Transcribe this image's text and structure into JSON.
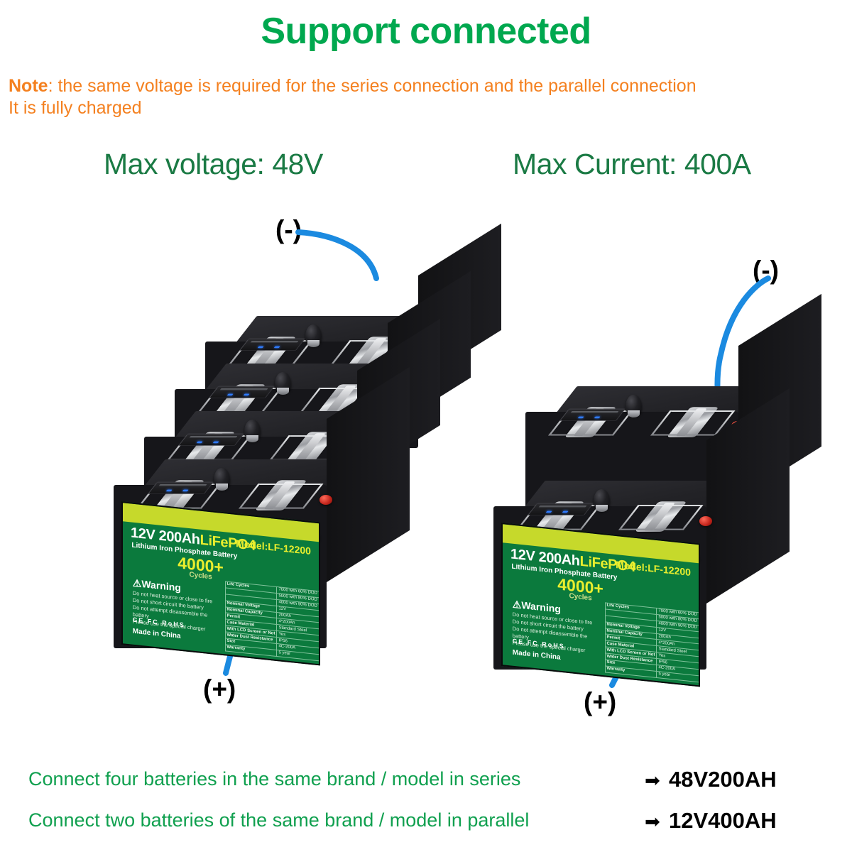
{
  "title": "Support connected",
  "note": {
    "prefix": "Note",
    "line1": ": the same voltage is required for the series connection and the parallel connection",
    "line2": "It is fully charged"
  },
  "panels": {
    "left": {
      "heading": "Max voltage: 48V",
      "negative": "(-)",
      "positive": "(+)"
    },
    "right": {
      "heading": "Max Current: 400A",
      "negative": "(-)",
      "positive": "(+)"
    }
  },
  "battery_label": {
    "headline_voltage": "12V",
    "headline_capacity": "200Ah",
    "chemistry": "LiFePO4",
    "subtitle": "Lithium Iron Phosphate Battery",
    "model": "Model:LF-12200",
    "cycles_value": "4000+",
    "cycles_unit": "Cycles",
    "warning_title": "Warning",
    "warning_lines": [
      "Do not heat source or close to fire",
      "Do not short circuit the battery",
      "Do not attempt disassemble the battery",
      "Please use the special charger"
    ],
    "certs": "CE  FC  RoHS",
    "origin": "Made in China",
    "spec_rows": [
      {
        "key": "Life Cycles",
        "value": "7000 with 60% DOD"
      },
      {
        "key": "",
        "value": "5000 with 80% DOD"
      },
      {
        "key": "",
        "value": "4000 with 90% DOD"
      },
      {
        "key": "Nominal Voltage",
        "value": "12V"
      },
      {
        "key": "Nominal Capacity",
        "value": "200Ah"
      },
      {
        "key": "Permit",
        "value": "4*200Ah"
      },
      {
        "key": "Case Material",
        "value": "Standard Steel"
      },
      {
        "key": "With LCD Screen or Not",
        "value": "Yes"
      },
      {
        "key": "Water Dust Resistance",
        "value": "IP56"
      },
      {
        "key": "Size",
        "value": "4C-200A"
      },
      {
        "key": "Warranty",
        "value": "5 year"
      }
    ]
  },
  "footer": {
    "rows": [
      {
        "text": "Connect four batteries in the same brand / model in series",
        "arrow": "➡",
        "result": "48V200AH"
      },
      {
        "text": "Connect two batteries of the same brand / model in parallel",
        "arrow": "➡",
        "result": "12V400AH"
      }
    ]
  },
  "colors": {
    "title_green": "#00a84f",
    "note_orange": "#f4801f",
    "heading_green": "#1a7a44",
    "footer_green": "#10a04f",
    "wire_blue": "#1b8ae0",
    "label_green": "#0b7a3d",
    "label_band": "#c6d92b",
    "label_yellow": "#e9ee2e",
    "terminal_positive": "#c1231a",
    "terminal_negative": "#b39848"
  }
}
